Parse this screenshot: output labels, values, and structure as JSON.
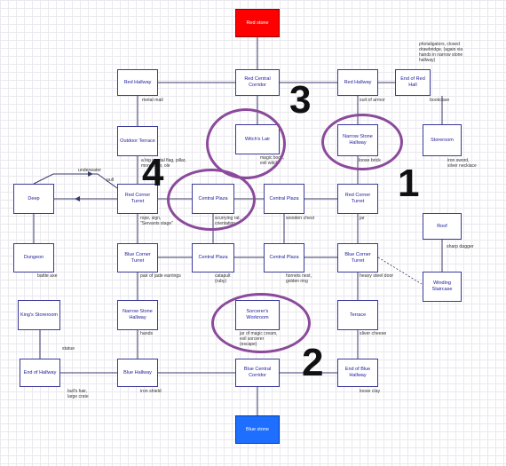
{
  "rooms": {
    "red_stone": "Red stone",
    "red_hallway_left": "Red Hallway",
    "red_central_corridor": "Red Central Corridor",
    "red_hallway_right": "Red Hallway",
    "end_of_red_hall": "End of Red Hall",
    "outdoor_terrace": "Outdoor Terrace",
    "witchs_lair": "Witch's Lair",
    "narrow_stone_hallway_top": "Narrow Stone Hallway",
    "storeroom": "Storeroom",
    "deep": "Deep",
    "red_corner_turret_left": "Red Corner Turret",
    "central_plaza_1": "Central Plaza",
    "central_plaza_2": "Central Plaza",
    "red_corner_turret_right": "Red Corner Turret",
    "roof": "Roof",
    "dungeon": "Dungeon",
    "blue_corner_turret_left": "Blue Corner Turret",
    "central_plaza_3": "Central Plaza",
    "central_plaza_4": "Central Plaza",
    "blue_corner_turret_right": "Blue Corner Turret",
    "winding_staircase": "Winding Staircase",
    "kings_storeroom": "King's Storeroom",
    "narrow_stone_hallway_bottom": "Narrow Stone Hallway",
    "sorcerers_workroom": "Sorcerer's Workroom",
    "terrace": "Terrace",
    "end_of_hallway": "End of Hallway",
    "blue_hallway": "Blue Hallway",
    "blue_central_corridor": "Blue Central Corridor",
    "end_of_blue_hallway": "End of Blue Hallway",
    "blue_stone": "Blue stone"
  },
  "items": {
    "metal_mail": "metal mail",
    "suit_of_armor": "suit of armor",
    "bookcase": "bookcase",
    "top_notes": "photaligators, closed drawbridge, (again via hands in narrow stone hallway)",
    "terrace_note": "a big crystal flag, pillar, monocular, ole",
    "magic_book": "magic book, evil witch",
    "loose_brick": "loose brick",
    "iron_sword": "iron sword, silver necklace",
    "underlabel": "underwater",
    "pull": "pull",
    "rope": "rope, sign, \"Servants stage\"",
    "scurrying": "scurrying rat, crientation",
    "wooden_chest": "wooden chest",
    "jar": "jar",
    "sharp_dagger": "sharp dagger",
    "battle_axe": "battle axe",
    "pair_of_jade": "pair of jade earrings",
    "catapult": "catapult (ruby)",
    "hornets_nest": "hornets nest, golden ring",
    "heavy_steel_door": "heavy steel door",
    "hands": "hands",
    "jar_magic_cream": "jar of magic cream, evil sorcerer (escape)",
    "silver_cheese": "sliver cheese",
    "statue": "statue",
    "bulls": "bull's hair, large crate",
    "iron_shield": "iron shield",
    "loose_clay": "loose clay"
  },
  "markers": [
    "3",
    "4",
    "1",
    "2"
  ]
}
